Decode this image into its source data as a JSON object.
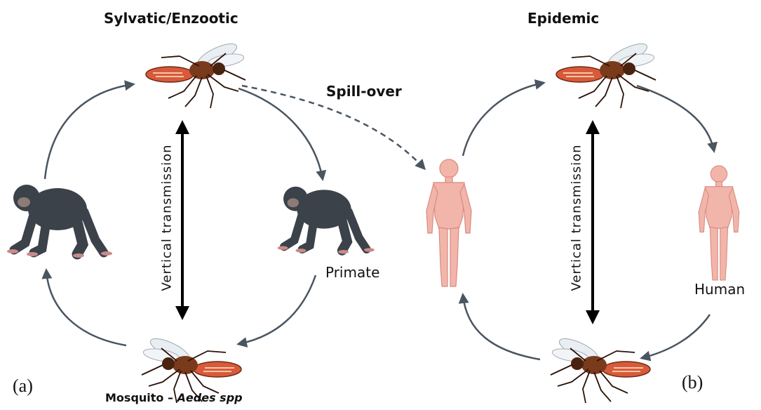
{
  "titles": {
    "sylvatic": "Sylvatic/Enzootic",
    "epidemic": "Epidemic"
  },
  "spill_over": "Spill-over",
  "vertical_transmission": "Vertical transmission",
  "hosts": {
    "primate": "Primate",
    "human": "Human"
  },
  "mosquito_caption": {
    "prefix": "Mosquito – ",
    "genus": "Aedes spp"
  },
  "panel_labels": {
    "a": "(a)",
    "b": "(b)"
  },
  "colors": {
    "arrow": "#4a5560",
    "primate": "#3b4249",
    "human": "#f2b5aa",
    "mosquito_body": "#7a3a1c",
    "mosquito_abdomen": "#d85a3a"
  }
}
